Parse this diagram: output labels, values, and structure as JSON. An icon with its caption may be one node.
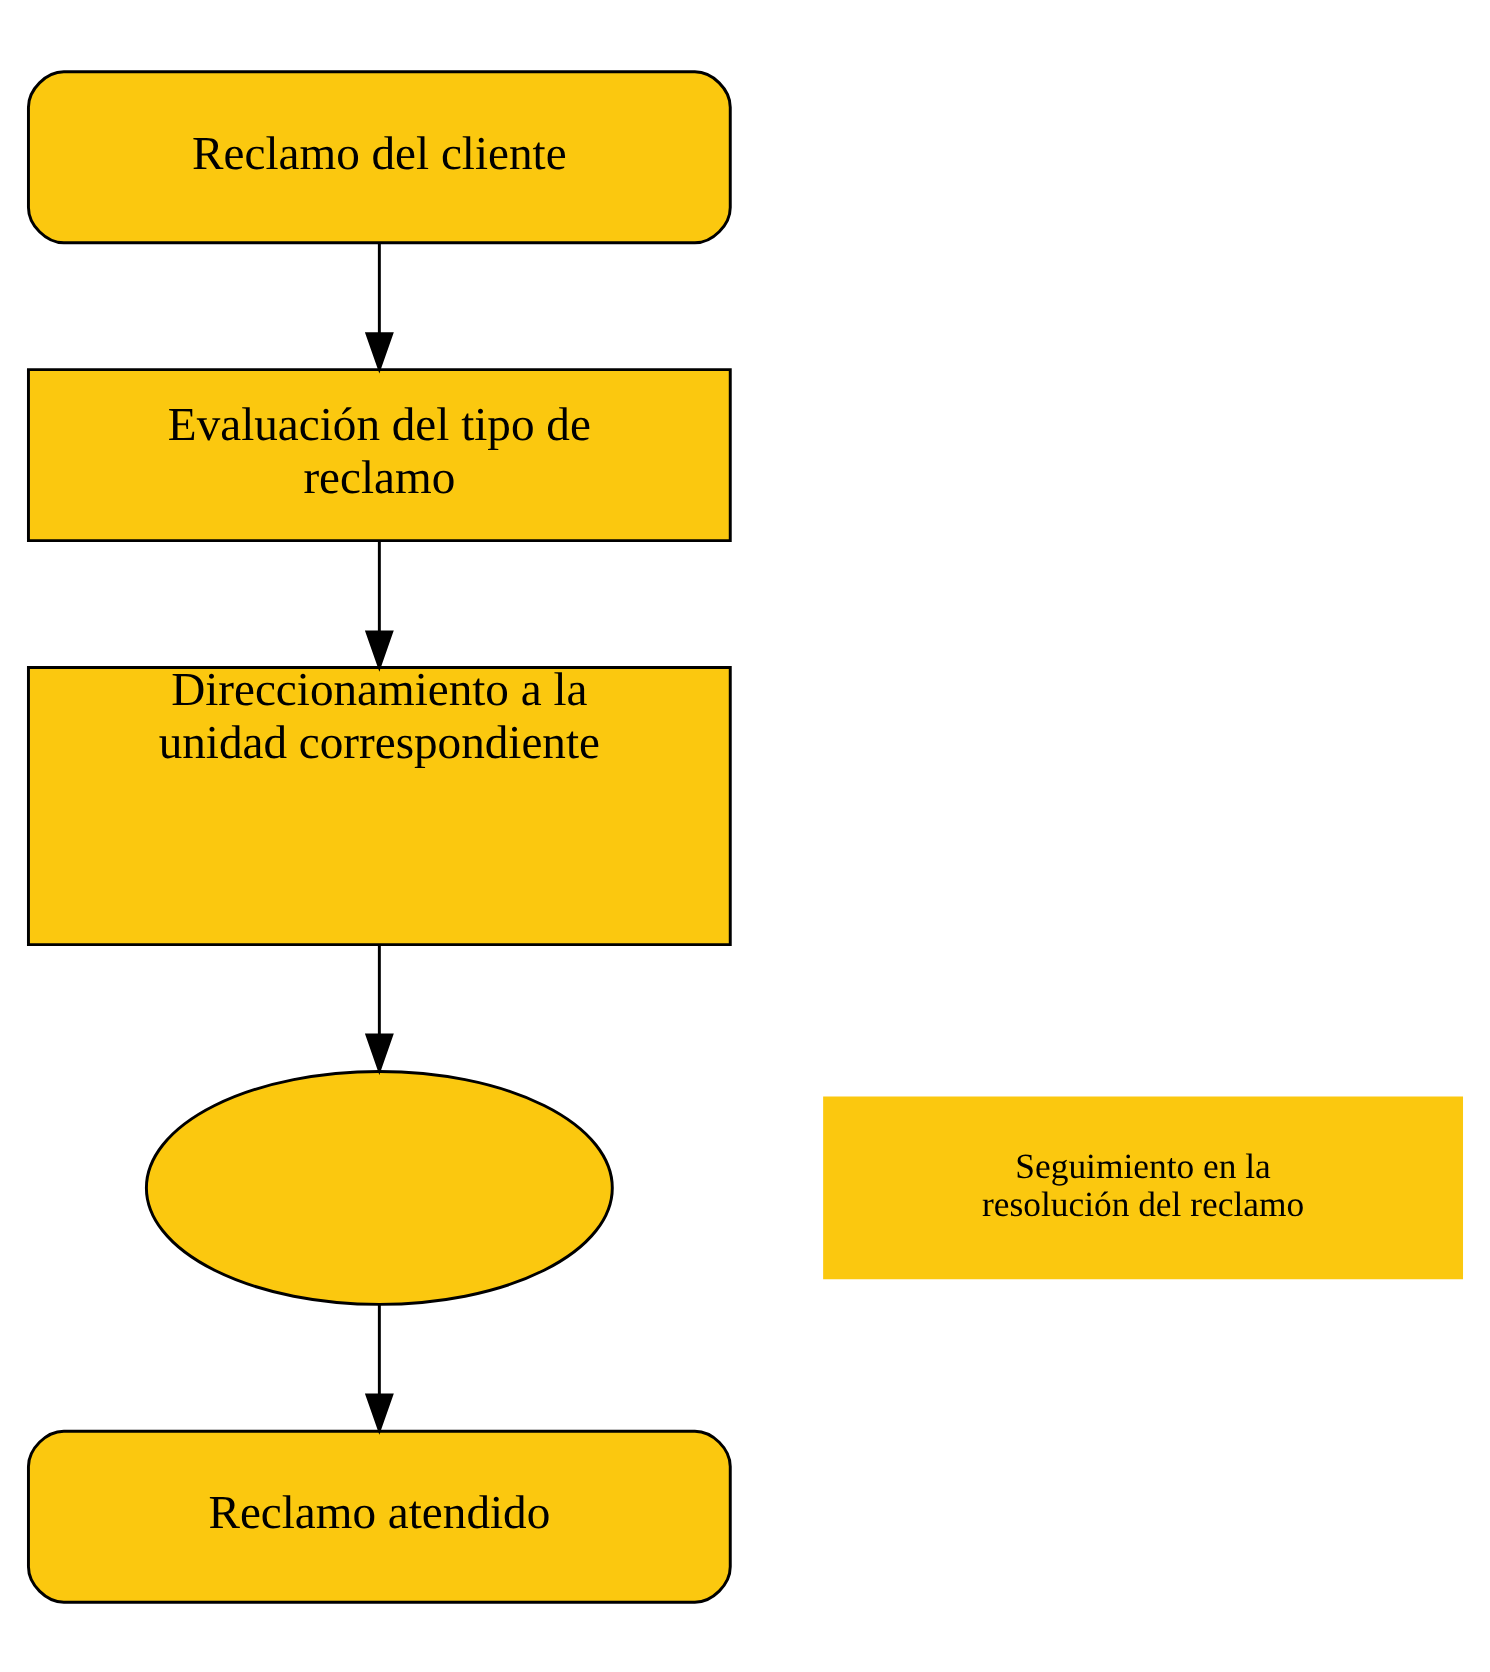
{
  "diagram": {
    "nodes": [
      {
        "text": [
          "Reclamo del cliente"
        ]
      },
      {
        "text": [
          "Evaluación del tipo de reclamo"
        ]
      },
      {
        "text": [
          "Direccionamiento a la unidad correspondiente"
        ]
      },
      {
        "text": [],
        "shape": "ellipse"
      },
      {
        "text": [
          "Seguimiento en la resolución del reclamo"
        ]
      },
      {
        "text": [
          "Reclamo atendido"
        ]
      }
    ],
    "edges": [
      {
        "from": 0,
        "to": 1,
        "arrow": "to"
      },
      {
        "from": 1,
        "to": 2,
        "arrow": "to"
      },
      {
        "from": 2,
        "to": 3,
        "arrow": "to"
      },
      {
        "from": 3,
        "to": 5,
        "arrow": "to"
      }
    ]
  }
}
